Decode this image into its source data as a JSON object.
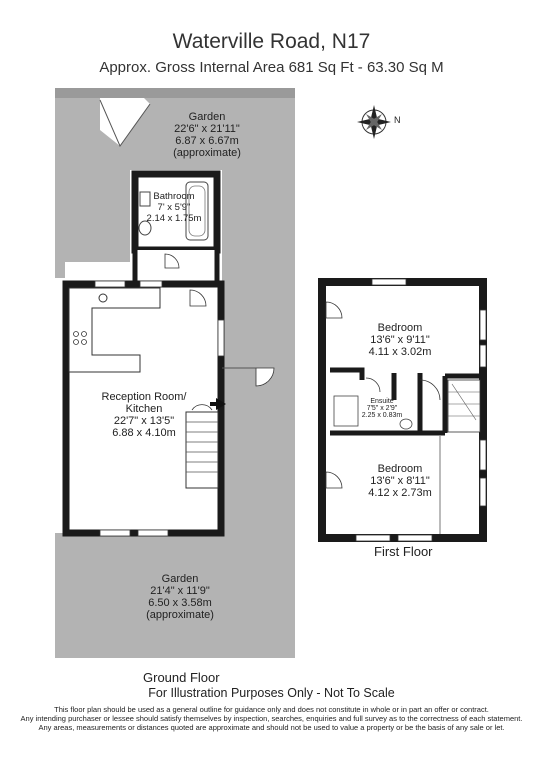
{
  "header": {
    "title": "Waterville Road, N17",
    "subtitle": "Approx. Gross Internal Area  681 Sq Ft  -  63.30 Sq M"
  },
  "rooms": {
    "garden_top": {
      "name": "Garden",
      "dims_imperial": "22'6\" x 21'11\"",
      "dims_metric": "6.87 x 6.67m",
      "note": "(approximate)"
    },
    "bathroom": {
      "name": "Bathroom",
      "dims_imperial": "7' x 5'9\"",
      "dims_metric": "2.14 x 1.75m"
    },
    "reception": {
      "name_line1": "Reception Room/",
      "name_line2": "Kitchen",
      "dims_imperial": "22'7\" x 13'5\"",
      "dims_metric": "6.88 x 4.10m"
    },
    "garden_bottom": {
      "name": "Garden",
      "dims_imperial": "21'4\" x 11'9\"",
      "dims_metric": "6.50 x 3.58m",
      "note": "(approximate)"
    },
    "bedroom1": {
      "name": "Bedroom",
      "dims_imperial": "13'6\" x 9'11\"",
      "dims_metric": "4.11 x 3.02m"
    },
    "ensuite": {
      "name": "Ensuite",
      "dims_imperial": "7'5\" x 2'9\"",
      "dims_metric": "2.25 x 0.83m"
    },
    "bedroom2": {
      "name": "Bedroom",
      "dims_imperial": "13'6\" x 8'11\"",
      "dims_metric": "4.12 x 2.73m"
    }
  },
  "floors": {
    "ground": "Ground Floor",
    "first": "First Floor"
  },
  "compass": {
    "label": "N"
  },
  "footer": {
    "illustration": "For Illustration Purposes Only - Not To Scale",
    "disclaimer_1": "This floor plan should be used as a general outline for guidance only and does not constitute in whole or in part an offer or contract.",
    "disclaimer_2": "Any intending purchaser or lessee should satisfy themselves by inspection, searches, enquiries and full survey as to the correctness of each statement.",
    "disclaimer_3": "Any areas, measurements or distances quoted are approximate and should not be used to value a property or be the basis of any sale or let."
  },
  "colors": {
    "wall": "#1a1a1a",
    "garden_fill": "#b3b3b3",
    "room_fill": "#ffffff"
  }
}
